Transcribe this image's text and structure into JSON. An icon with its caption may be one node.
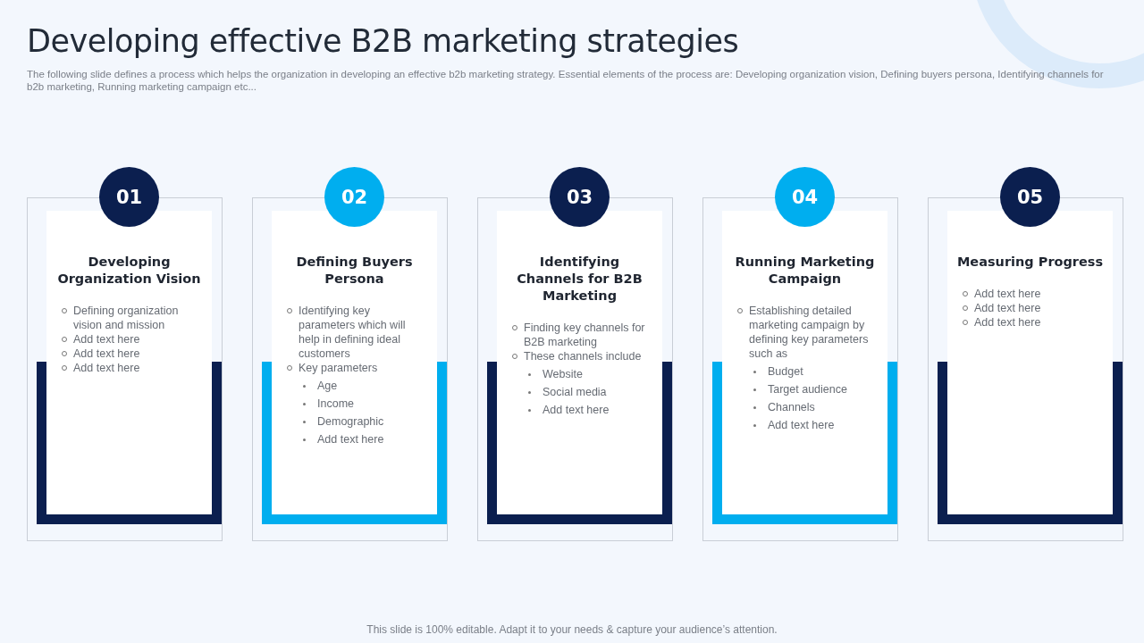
{
  "diagram": {
    "title": "Developing effective B2B marketing strategies",
    "caption": "This slide is 100% editable. Adapt it to your needs & capture your audience’s attention.",
    "nodes": [
      {
        "text": [
          "01"
        ]
      },
      {
        "text": [
          "Developing Organization Vision",
          "Defining organization vision and mission",
          "Add text here",
          "Add text here",
          "Add text here"
        ]
      },
      {
        "text": [
          "02"
        ]
      },
      {
        "text": [
          "Defining Buyers Persona",
          "Identifying key parameters which will help in defining ideal customers",
          "Key parameters",
          "Age",
          "Income",
          "Demographic",
          "Add text here"
        ]
      },
      {
        "text": [
          "03"
        ]
      },
      {
        "text": [
          "Identifying Channels for B2B Marketing",
          "Finding key channels for B2B marketing",
          "These channels include",
          "Website",
          "Social media",
          "Add text here"
        ]
      },
      {
        "text": [
          "04"
        ]
      },
      {
        "text": [
          "Running Marketing Campaign",
          "Establishing detailed marketing campaign by defining key parameters such as",
          "Budget",
          "Target audience",
          "Channels",
          "Add text here"
        ]
      },
      {
        "text": [
          "05"
        ]
      },
      {
        "text": [
          "Measuring Progress",
          "Add text here",
          "Add text here",
          "Add text here"
        ]
      }
    ],
    "labels": [
      "The following slide defines a process which helps the organization in developing an effective b2b marketing strategy. Essential elements of the process are: Developing organization vision, Defining buyers persona, Identifying channels for b2b marketing, Running marketing campaign etc..."
    ]
  }
}
